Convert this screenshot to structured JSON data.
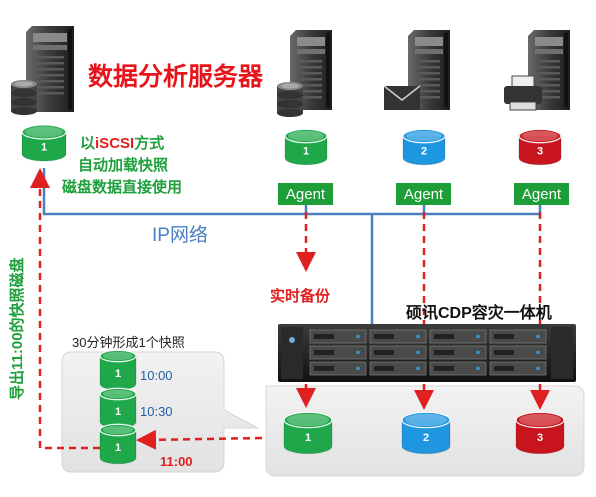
{
  "title": "数据分析服务器",
  "iscsi_note": {
    "line1_prefix": "以",
    "line1_highlight": "iSCSI",
    "line1_suffix": "方式",
    "line2": "自动加载快照",
    "line3": "磁盘数据直接使用"
  },
  "network_label": "IP网络",
  "agent_label": "Agent",
  "realtime_backup": "实时备份",
  "appliance_label": "硕讯CDP容灾一体机",
  "export_label": "导出11:00的快照磁盘",
  "snapshot_caption": "30分钟形成1个快照",
  "snapshot_times": [
    "10:00",
    "10:30"
  ],
  "export_time": "11:00",
  "analysis_disk_label": "1",
  "source_disks": [
    "1",
    "2",
    "3"
  ],
  "backup_disks": [
    "1",
    "2",
    "3"
  ],
  "snapshot_disks": [
    "1",
    "1",
    "1"
  ],
  "colors": {
    "title_red": "#e8141c",
    "note_green": "#1fa03c",
    "agent_green": "#1e9e38",
    "network_blue": "#4a7fc1",
    "dash_red": "#e02020",
    "disk_green": "#1ea84a",
    "disk_blue": "#1e96e0",
    "disk_red": "#c8141c",
    "time_blue": "#1f5fa8"
  },
  "icons": {
    "analysis_server": "server-with-database-icon",
    "server1": "server-with-database-icon",
    "server2": "server-with-mail-icon",
    "server3": "server-with-printer-icon",
    "appliance": "rack-storage-appliance-icon"
  }
}
